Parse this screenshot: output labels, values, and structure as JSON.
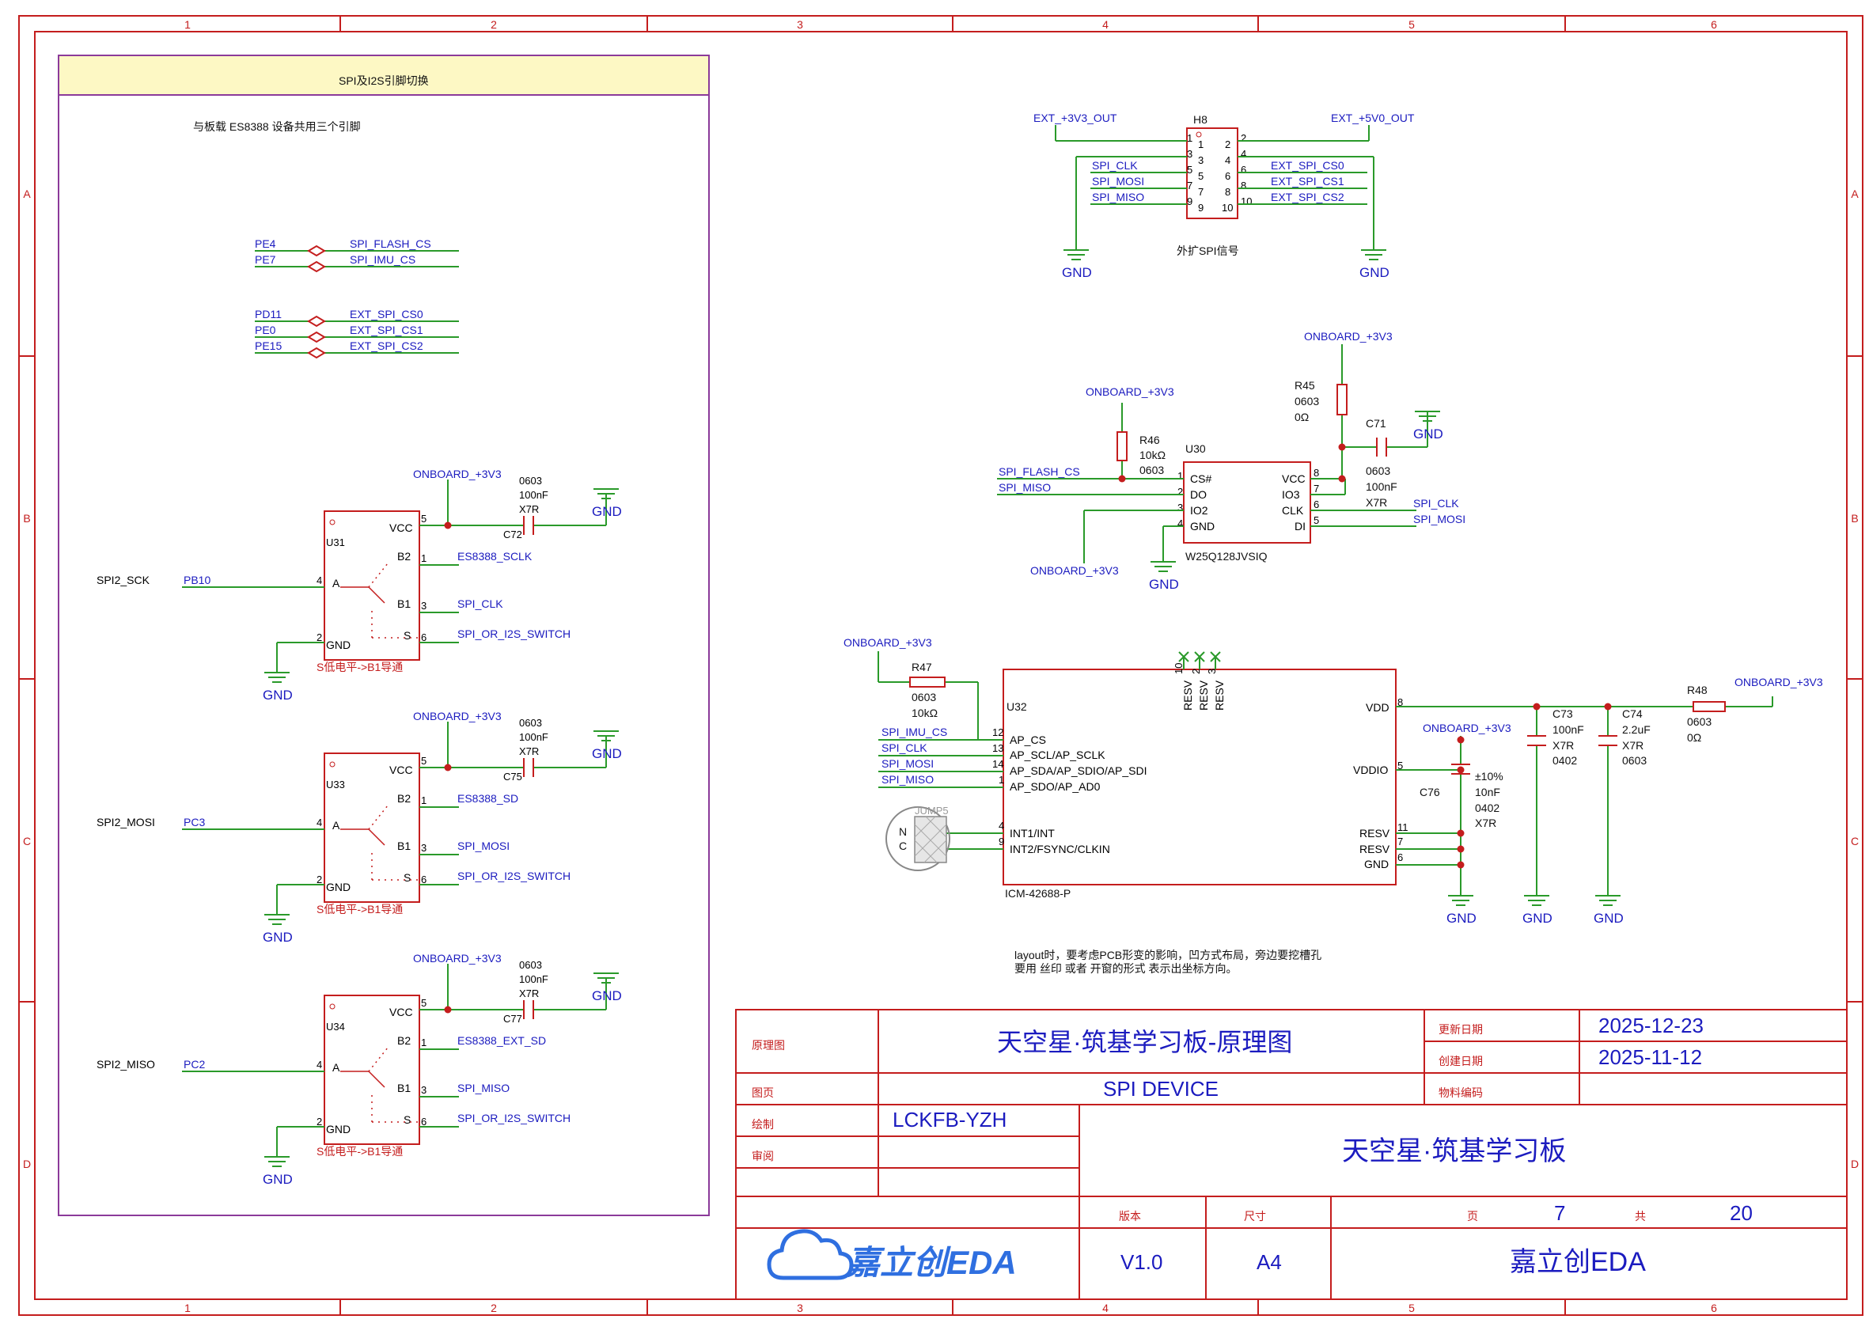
{
  "frame": {
    "col_labels": [
      "1",
      "2",
      "3",
      "4",
      "5",
      "6"
    ],
    "row_labels": [
      "A",
      "B",
      "C",
      "D"
    ]
  },
  "switch_box": {
    "title": "SPI及I2S引脚切换",
    "note": "与板载 ES8388 设备共用三个引脚",
    "cs_map": [
      {
        "port": "PE4",
        "net": "SPI_FLASH_CS"
      },
      {
        "port": "PE7",
        "net": "SPI_IMU_CS"
      },
      {
        "port": "PD11",
        "net": "EXT_SPI_CS0"
      },
      {
        "port": "PE0",
        "net": "EXT_SPI_CS1"
      },
      {
        "port": "PE15",
        "net": "EXT_SPI_CS2"
      }
    ],
    "switches": [
      {
        "ref": "U31",
        "signal": "SPI2_SCK",
        "port": "PB10",
        "b2": "ES8388_SCLK",
        "b1": "SPI_CLK",
        "s": "SPI_OR_I2S_SWITCH",
        "cap": "C72",
        "note": "S低电平->B1导通"
      },
      {
        "ref": "U33",
        "signal": "SPI2_MOSI",
        "port": "PC3",
        "b2": "ES8388_SD",
        "b1": "SPI_MOSI",
        "s": "SPI_OR_I2S_SWITCH",
        "cap": "C75",
        "note": "S低电平->B1导通"
      },
      {
        "ref": "U34",
        "signal": "SPI2_MISO",
        "port": "PC2",
        "b2": "ES8388_EXT_SD",
        "b1": "SPI_MISO",
        "s": "SPI_OR_I2S_SWITCH",
        "cap": "C77",
        "note": "S低电平->B1导通"
      }
    ],
    "cap_pkg": "0603",
    "cap_val": "100nF",
    "cap_diel": "X7R"
  },
  "pins": {
    "vcc": "VCC",
    "gnd": "GND",
    "a": "A",
    "b1": "B1",
    "b2": "B2",
    "s": "S"
  },
  "power": {
    "onboard": "ONBOARD_+3V3",
    "gnd": "GND",
    "ext33": "EXT_+3V3_OUT",
    "ext5": "EXT_+5V0_OUT"
  },
  "header": {
    "ref": "H8",
    "caption": "外扩SPI信号",
    "left_nets": [
      "SPI_CLK",
      "SPI_MOSI",
      "SPI_MISO"
    ],
    "right_nets": [
      "EXT_SPI_CS0",
      "EXT_SPI_CS1",
      "EXT_SPI_CS2"
    ]
  },
  "flash": {
    "ref": "U30",
    "part": "W25Q128JVSIQ",
    "pins_left": [
      "CS#",
      "DO",
      "IO2",
      "GND"
    ],
    "pins_right": [
      "VCC",
      "IO3",
      "CLK",
      "DI"
    ],
    "nets_left": [
      "SPI_FLASH_CS",
      "SPI_MISO"
    ],
    "nets_right": [
      "SPI_CLK",
      "SPI_MOSI"
    ],
    "r46": {
      "ref": "R46",
      "val": "10kΩ",
      "pkg": "0603"
    },
    "r45": {
      "ref": "R45",
      "pkg": "0603",
      "val": "0Ω"
    },
    "c71": {
      "ref": "C71",
      "pkg": "0603",
      "val": "100nF",
      "diel": "X7R"
    }
  },
  "imu": {
    "ref": "U32",
    "part": "ICM-42688-P",
    "pins_left": [
      "AP_CS",
      "AP_SCL/AP_SCLK",
      "AP_SDA/AP_SDIO/AP_SDI",
      "AP_SDO/AP_AD0",
      "INT1/INT",
      "INT2/FSYNC/CLKIN"
    ],
    "pins_right": [
      "VDD",
      "VDDIO",
      "RESV",
      "RESV",
      "GND"
    ],
    "top_pins": [
      "RESV",
      "RESV",
      "RESV"
    ],
    "nets_left": [
      "SPI_IMU_CS",
      "SPI_CLK",
      "SPI_MOSI",
      "SPI_MISO"
    ],
    "jump": "JUMP5",
    "nc": "NC",
    "r47": {
      "ref": "R47",
      "pkg": "0603",
      "val": "10kΩ"
    },
    "c73": {
      "ref": "C73",
      "val": "100nF",
      "diel": "X7R",
      "pkg": "0402"
    },
    "c74": {
      "ref": "C74",
      "val": "2.2uF",
      "diel": "X7R",
      "pkg": "0603"
    },
    "r48": {
      "ref": "R48",
      "pkg": "0603",
      "val": "0Ω"
    },
    "c76": {
      "ref": "C76",
      "tol": "±10%",
      "val": "10nF",
      "pkg": "0402",
      "diel": "X7R"
    },
    "layout_note1": "layout时，要考虑PCB形变的影响，凹方式布局，旁边要挖槽孔",
    "layout_note2": "要用 丝印 或者 开窗的形式 表示出坐标方向。"
  },
  "title_block": {
    "l_schematic": "原理图",
    "schematic": "天空星·筑基学习板-原理图",
    "l_updated": "更新日期",
    "updated": "2025-12-23",
    "l_created": "创建日期",
    "created": "2025-11-12",
    "l_page": "图页",
    "page_name": "SPI DEVICE",
    "l_part": "物料编码",
    "l_drawn": "绘制",
    "drawn": "LCKFB-YZH",
    "l_review": "审阅",
    "board": "天空星·筑基学习板",
    "l_version": "版本",
    "l_size": "尺寸",
    "l_page_no": "页",
    "page_no": "7",
    "l_total": "共",
    "total": "20",
    "logo": "嘉立创EDA",
    "version": "V1.0",
    "size": "A4",
    "company": "嘉立创EDA"
  },
  "colors": {
    "frame": "#c41d1d",
    "wire": "#2a9a2a",
    "net": "#1b1bbf"
  }
}
